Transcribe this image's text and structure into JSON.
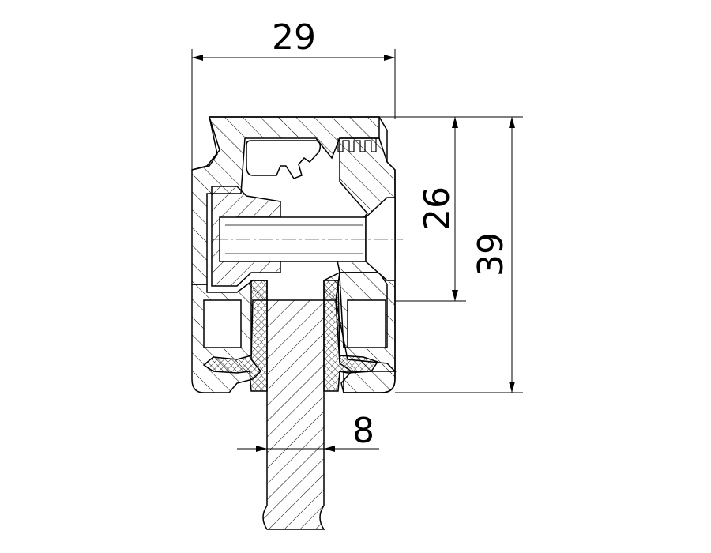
{
  "drawing": {
    "dimensions": {
      "width": "29",
      "height_inner": "26",
      "height_total": "39",
      "glass_thickness": "8"
    },
    "colors": {
      "line": "#000000",
      "background": "#ffffff"
    }
  }
}
